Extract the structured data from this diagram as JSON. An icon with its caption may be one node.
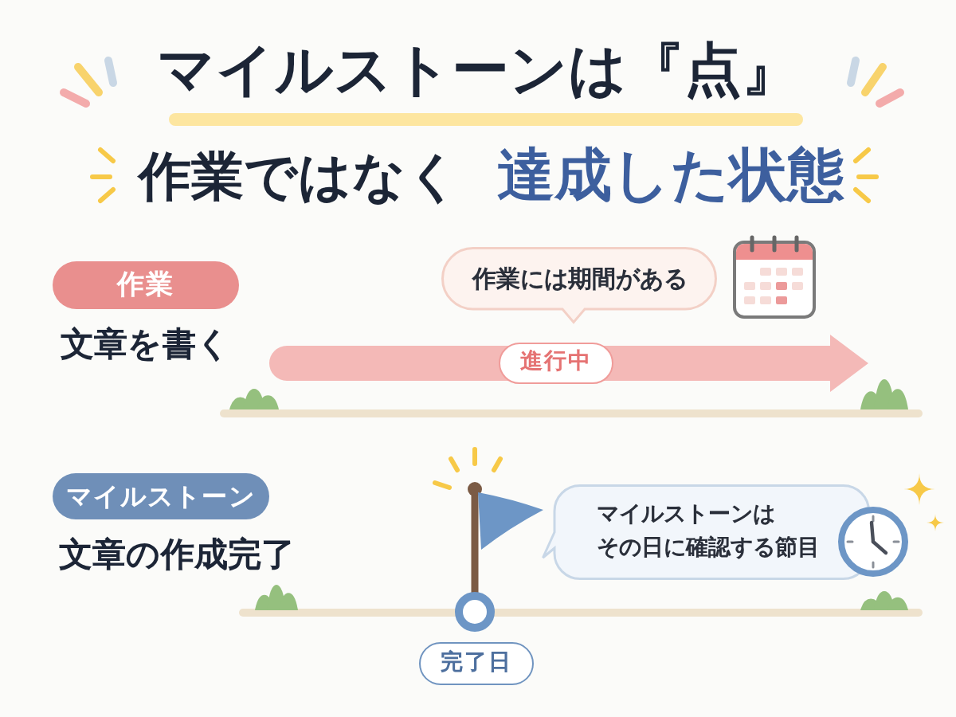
{
  "diagram": {
    "title": "マイルストーンは『点』",
    "nodes": [
      {
        "text": [
          "作業"
        ],
        "beside": [
          "文章を書く"
        ]
      },
      {
        "text": [
          "作業には期間がある"
        ]
      },
      {
        "text": [
          "進行中"
        ]
      },
      {
        "text": [
          "マイルストーン"
        ],
        "beside": [
          "文章の作成完了"
        ]
      },
      {
        "text": [
          "マイルストーンはその日に確認する節目"
        ]
      },
      {
        "text": [
          "完了日"
        ]
      }
    ],
    "labels": [
      "作業ではなく",
      "達成した状態"
    ]
  }
}
